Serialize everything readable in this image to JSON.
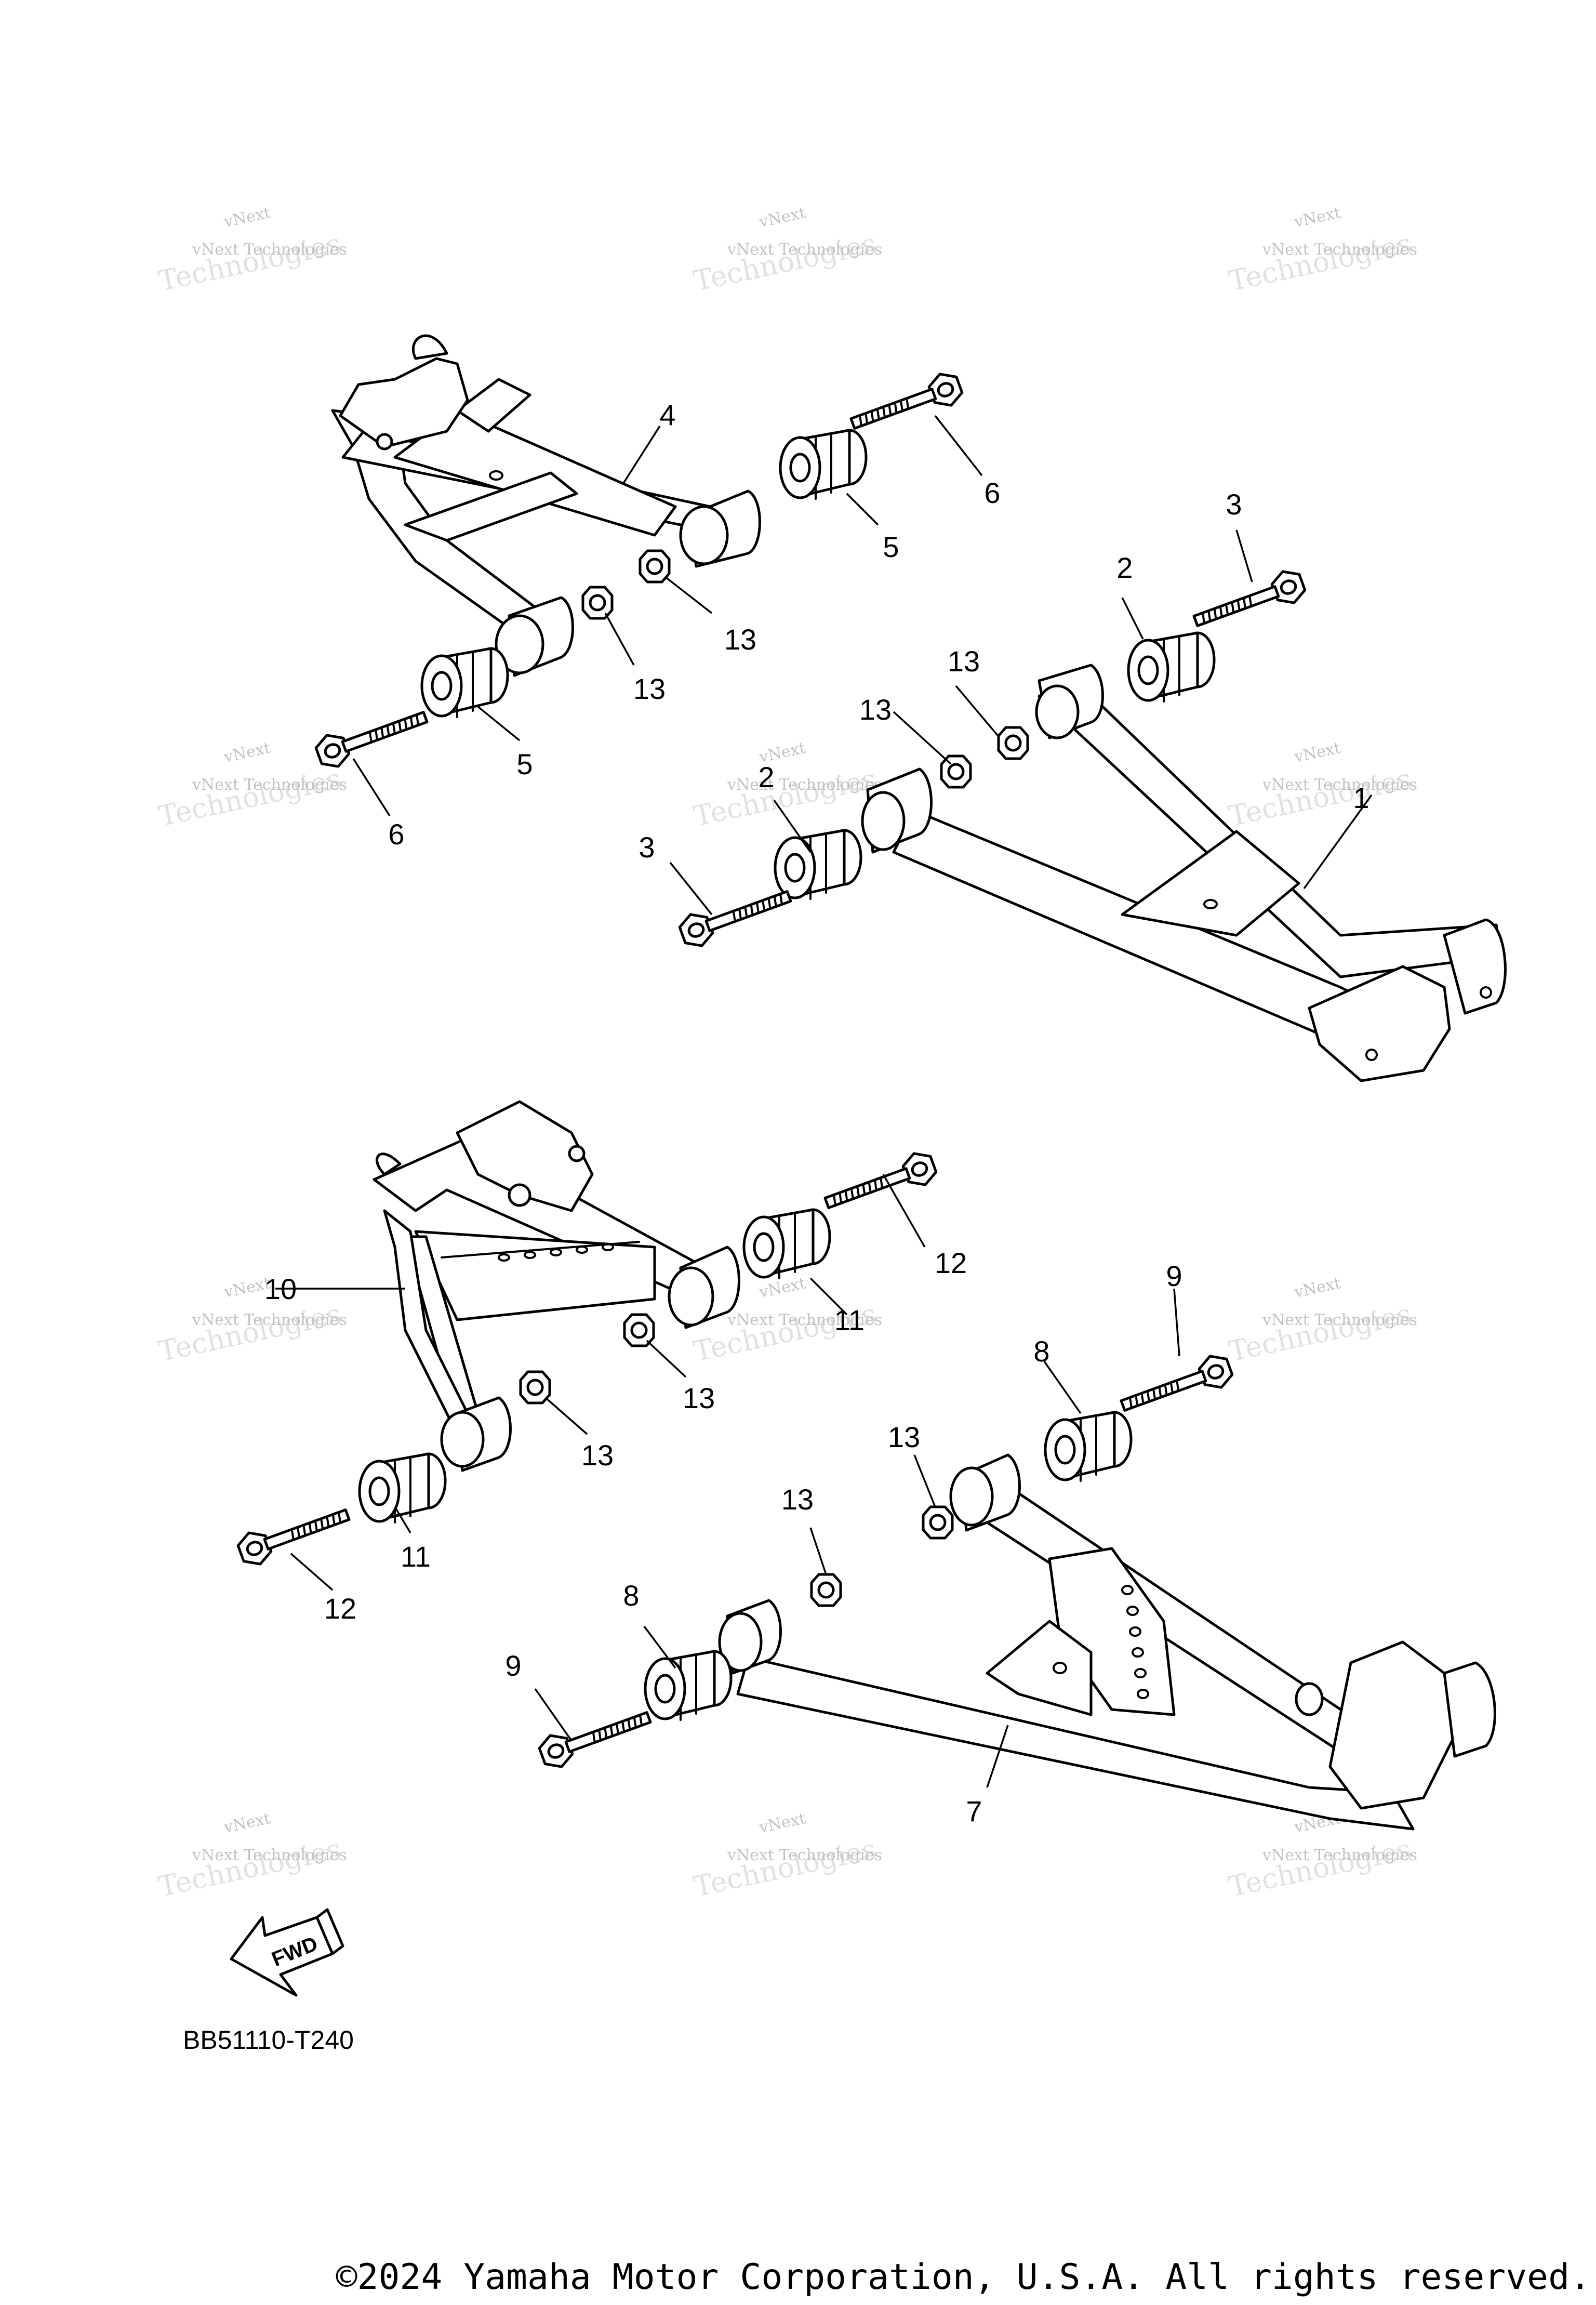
{
  "diagram": {
    "callouts": {
      "c1": "1",
      "c2a": "2",
      "c2b": "2",
      "c3a": "3",
      "c3b": "3",
      "c4": "4",
      "c5a": "5",
      "c5b": "5",
      "c6a": "6",
      "c6b": "6",
      "c7": "7",
      "c8a": "8",
      "c8b": "8",
      "c9a": "9",
      "c9b": "9",
      "c10": "10",
      "c11a": "11",
      "c11b": "11",
      "c12a": "12",
      "c12b": "12",
      "c13a": "13",
      "c13b": "13",
      "c13c": "13",
      "c13d": "13",
      "c13e": "13",
      "c13f": "13",
      "c13g": "13",
      "c13h": "13"
    },
    "fwd_label": "FWD",
    "diagram_code": "BB51110-T240",
    "copyright": "©2024 Yamaha Motor Corporation, U.S.A. All rights reserved.",
    "watermark_line1": "vNext",
    "watermark_line2": "vNext Technologies",
    "watermark_line3": "Technologies"
  }
}
